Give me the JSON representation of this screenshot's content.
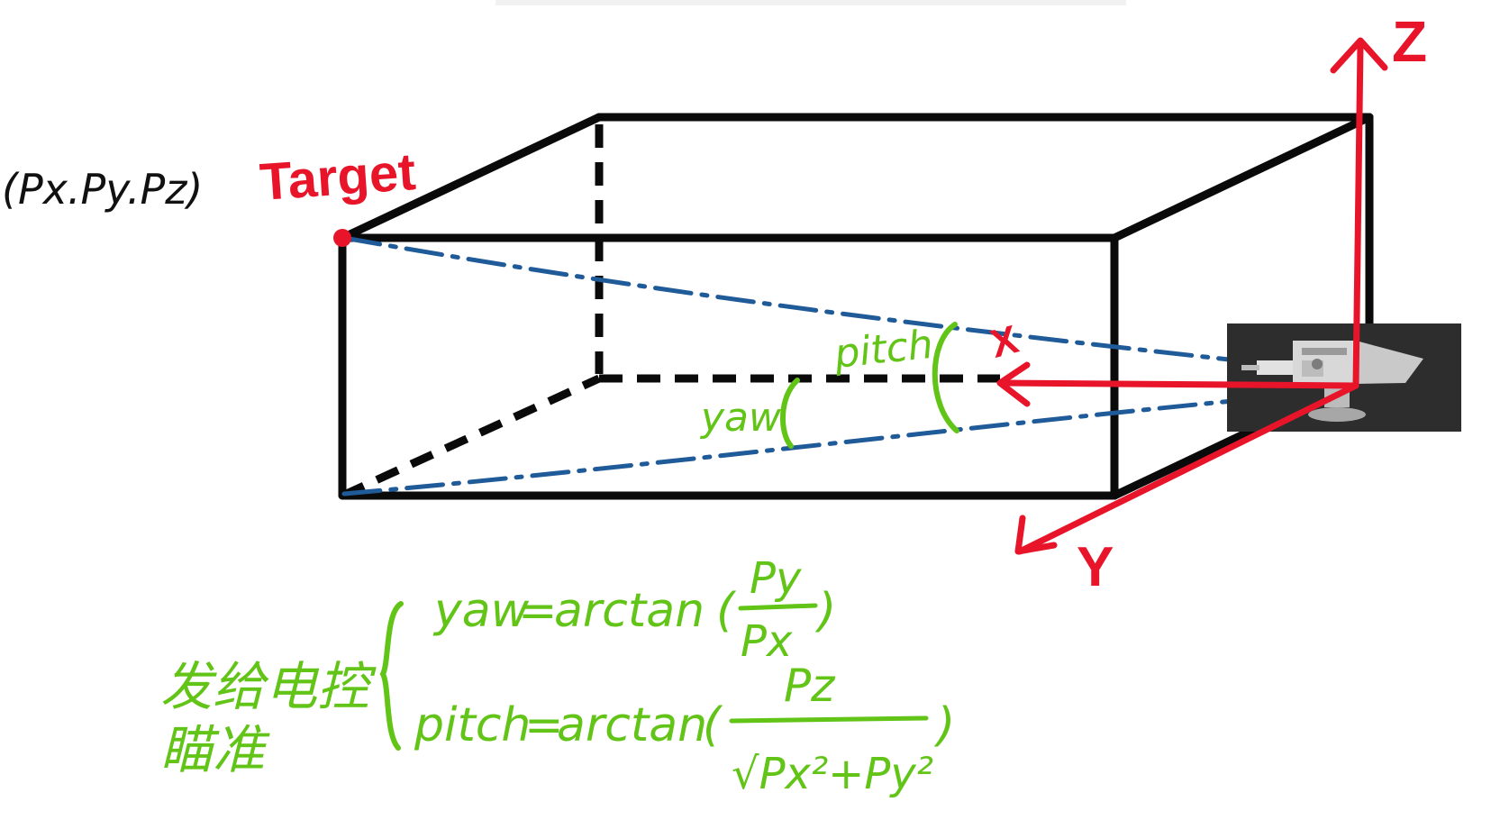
{
  "target_coordinate": "(Px.Py.Pz)",
  "target_label": "Target",
  "axes": {
    "z": "Z",
    "x": "X",
    "y": "Y"
  },
  "angles": {
    "yaw": "yaw",
    "pitch": "pitch"
  },
  "formula_group_label_line1": "发给电控",
  "formula_group_label_line2": "瞄准",
  "yaw_formula": {
    "lhs": "yaw",
    "function": "arctan",
    "numerator": "Py",
    "denominator": "Px"
  },
  "pitch_formula": {
    "lhs": "pitch",
    "function": "arctan",
    "numerator": "Pz",
    "denominator": "√Px²+Py²"
  },
  "colors": {
    "box": "#0a0a0a",
    "axis": "#e8152a",
    "sightline": "#1f5a99",
    "annotation": "#62c417",
    "camera_bg": "#2d2d2d"
  },
  "icons": {
    "turret": "robot-turret-icon",
    "target_point": "target-dot-icon"
  }
}
